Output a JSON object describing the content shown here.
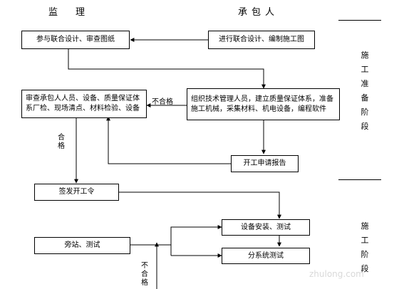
{
  "headers": {
    "supervisor": "监　理",
    "contractor": "承包人"
  },
  "phases": {
    "preparation": "施工准备阶段",
    "construction": "施工阶段"
  },
  "nodes": {
    "joint_design_review": "参与联合设计、审查图纸",
    "joint_design_drawing": "进行联合设计、编制施工图",
    "review_contractor": "审查承包人人员、设备、质量保证体系厂检、现场清点、材料检验、设备",
    "organize_staff": "组织技术管理人员，建立质量保证体系，准备施工机械，采集材料、机电设备，编程软件",
    "start_report": "开工申请报告",
    "issue_start_order": "签发开工令",
    "equipment_install_test": "设备安装、测试",
    "side_station_test": "旁站、测试",
    "subsystem_test": "分系统测试"
  },
  "edge_labels": {
    "fail_top": "不合格",
    "pass": "合格",
    "fail_bottom": "不合格"
  },
  "watermark": "zhulong.com"
}
